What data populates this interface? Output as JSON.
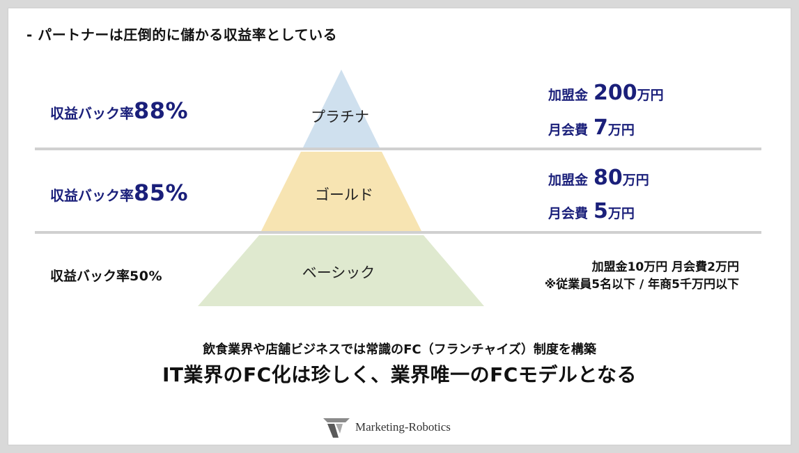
{
  "heading": "- パートナーは圧倒的に儲かる収益率としている",
  "tiers": [
    {
      "name": "プラチナ",
      "rate_label": "収益バック率",
      "rate_value": "88%",
      "color": "#cfe0ee",
      "fee1_label": "加盟金",
      "fee1_value": "200",
      "fee1_unit": "万円",
      "fee2_label": "月会費",
      "fee2_value": "7",
      "fee2_unit": "万円"
    },
    {
      "name": "ゴールド",
      "rate_label": "収益バック率",
      "rate_value": "85%",
      "color": "#f7e4b2",
      "fee1_label": "加盟金",
      "fee1_value": "80",
      "fee1_unit": "万円",
      "fee2_label": "月会費",
      "fee2_value": "5",
      "fee2_unit": "万円"
    },
    {
      "name": "ベーシック",
      "rate_label": "収益バック率",
      "rate_value": "50%",
      "color": "#dfe9cf",
      "fee_line": "加盟金10万円 月会費2万円",
      "note": "※従業員5名以下 / 年商5千万円以下"
    }
  ],
  "summary_line1": "飲食業界や店舗ビジネスでは常識のFC（フランチャイズ）制度を構築",
  "summary_line2": "IT業界のFC化は珍しく、業界唯一のFCモデルとなる",
  "logo_text": "Marketing-Robotics",
  "accent_color": "#1a1f7a"
}
